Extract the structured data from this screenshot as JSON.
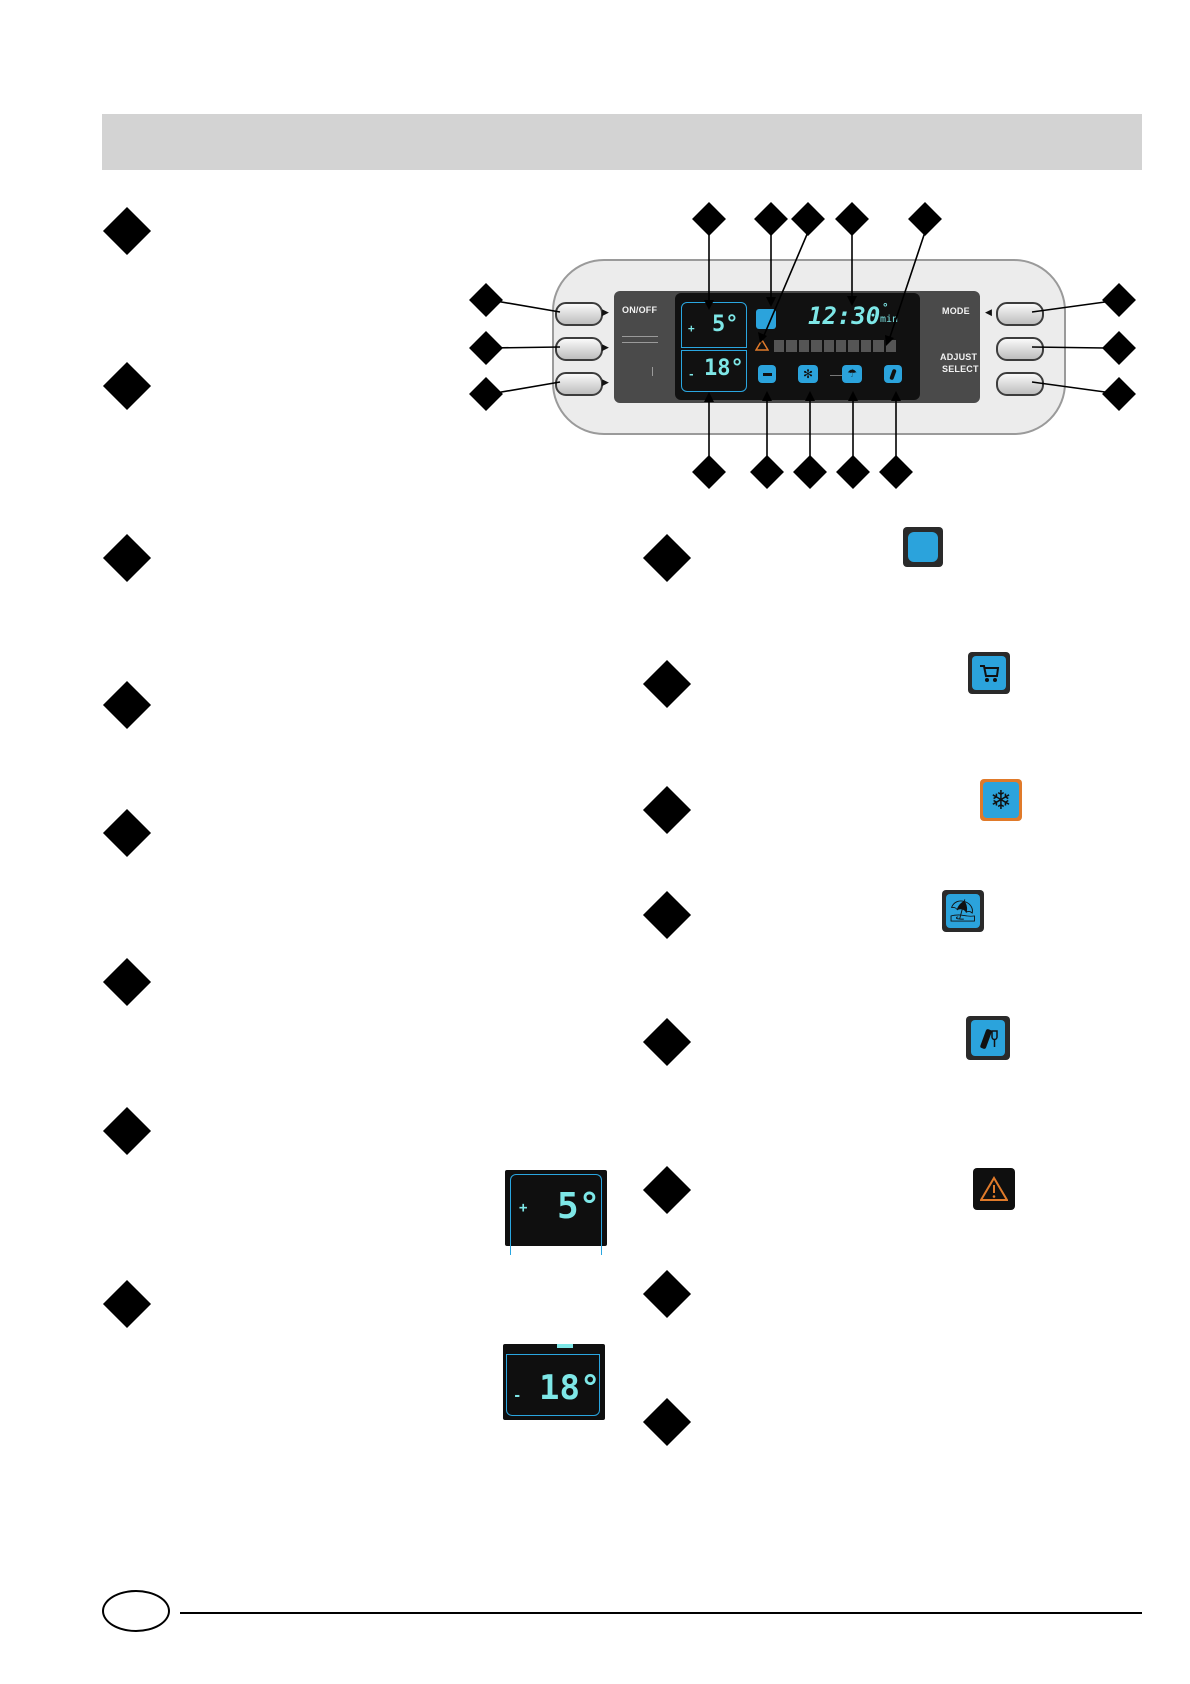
{
  "panel": {
    "on_off_label": "ON/OFF",
    "mode_label": "MODE",
    "adjust_select_label_1": "ADJUST",
    "adjust_select_label_2": "SELECT",
    "fridge_temp_sign": "+",
    "fridge_temp": "5°",
    "freezer_temp_sign": "-",
    "freezer_temp": "18°",
    "clock": "12:30",
    "clock_unit_deg": "°",
    "clock_unit_min": "min",
    "arrow_left": "◀",
    "arrow_right": "▶"
  },
  "examples": {
    "fridge_sign": "+",
    "fridge_temp": "5°",
    "freezer_sign": "-",
    "freezer_temp": "18°"
  },
  "icons": [
    "eco-square-icon",
    "shopping-cart-icon",
    "snowflake-icon",
    "holiday-umbrella-icon",
    "bottle-icon",
    "warning-triangle-icon"
  ],
  "colors": {
    "accent_blue": "#2ba3dc",
    "display_cyan": "#7ee7e7",
    "warning_orange": "#e07a2a",
    "header_grey": "#d3d3d3"
  }
}
